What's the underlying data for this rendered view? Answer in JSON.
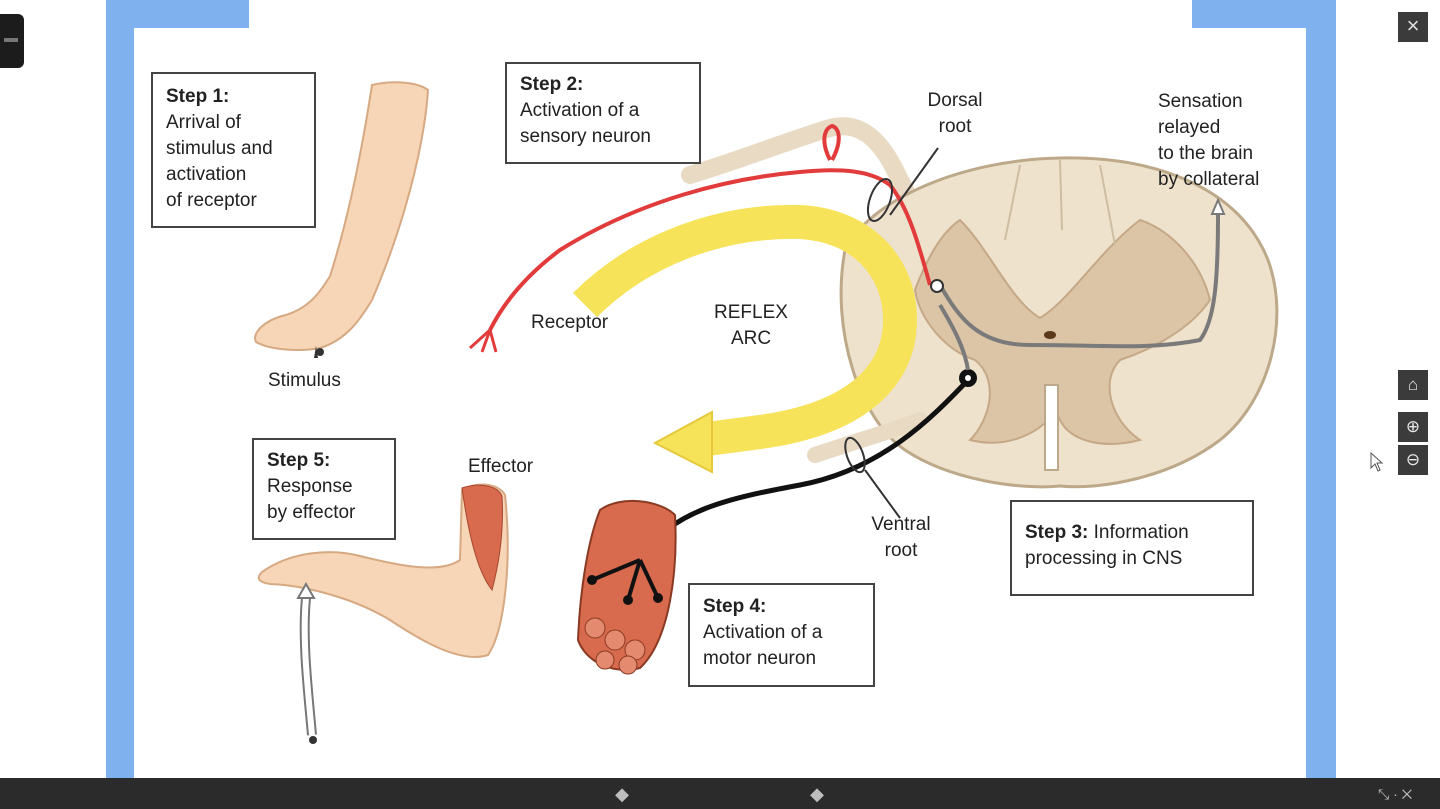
{
  "viewer": {
    "close_label": "×",
    "home_label": "⌂",
    "zoom_in_label": "⊕",
    "zoom_out_label": "⊖",
    "prev_label": "◆",
    "next_label": "◆",
    "corner_tools_label": "⤡ · ✕"
  },
  "diagram": {
    "step1": {
      "title": "Step 1:",
      "lines": [
        "Arrival of",
        "stimulus and",
        "activation",
        "of receptor"
      ]
    },
    "step2": {
      "title": "Step 2:",
      "lines": [
        "Activation of a",
        "sensory neuron"
      ]
    },
    "step3": {
      "title": "Step 3:",
      "line1_rest": " Information",
      "line2": "processing in CNS"
    },
    "step4": {
      "title": "Step 4:",
      "lines": [
        "Activation of a",
        "motor neuron"
      ]
    },
    "step5": {
      "title": "Step 5:",
      "lines": [
        "Response",
        "by effector"
      ]
    },
    "labels": {
      "stimulus": "Stimulus",
      "receptor": "Receptor",
      "reflex_arc_1": "REFLEX",
      "reflex_arc_2": "ARC",
      "dorsal_root_1": "Dorsal",
      "dorsal_root_2": "root",
      "ventral_root_1": "Ventral",
      "ventral_root_2": "root",
      "effector": "Effector",
      "sensation_1": "Sensation",
      "sensation_2": "relayed",
      "sensation_3": "to the brain",
      "sensation_4": "by collateral"
    }
  },
  "colors": {
    "frame_blue": "#7fb1ef",
    "sensory_red": "#e23b3b",
    "arc_yellow": "#f7e35a",
    "motor_black": "#111111",
    "cord_tan": "#efe2cc",
    "gray_matter": "#dcc5a6",
    "skin": "#f6d6b6",
    "muscle": "#d86a4e"
  }
}
